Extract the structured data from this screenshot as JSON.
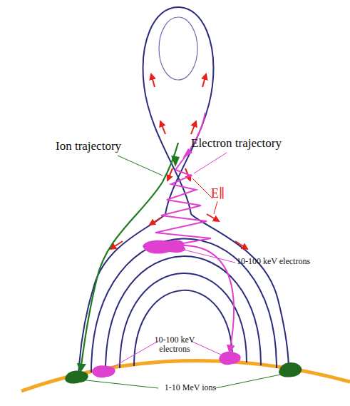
{
  "diagram": {
    "labels": [
      "Ion trajectory",
      "Electron trajectory",
      "E∥",
      "10-100 keV electrons",
      "10-100 keV electrons",
      "1-10 MeV ions"
    ]
  }
}
